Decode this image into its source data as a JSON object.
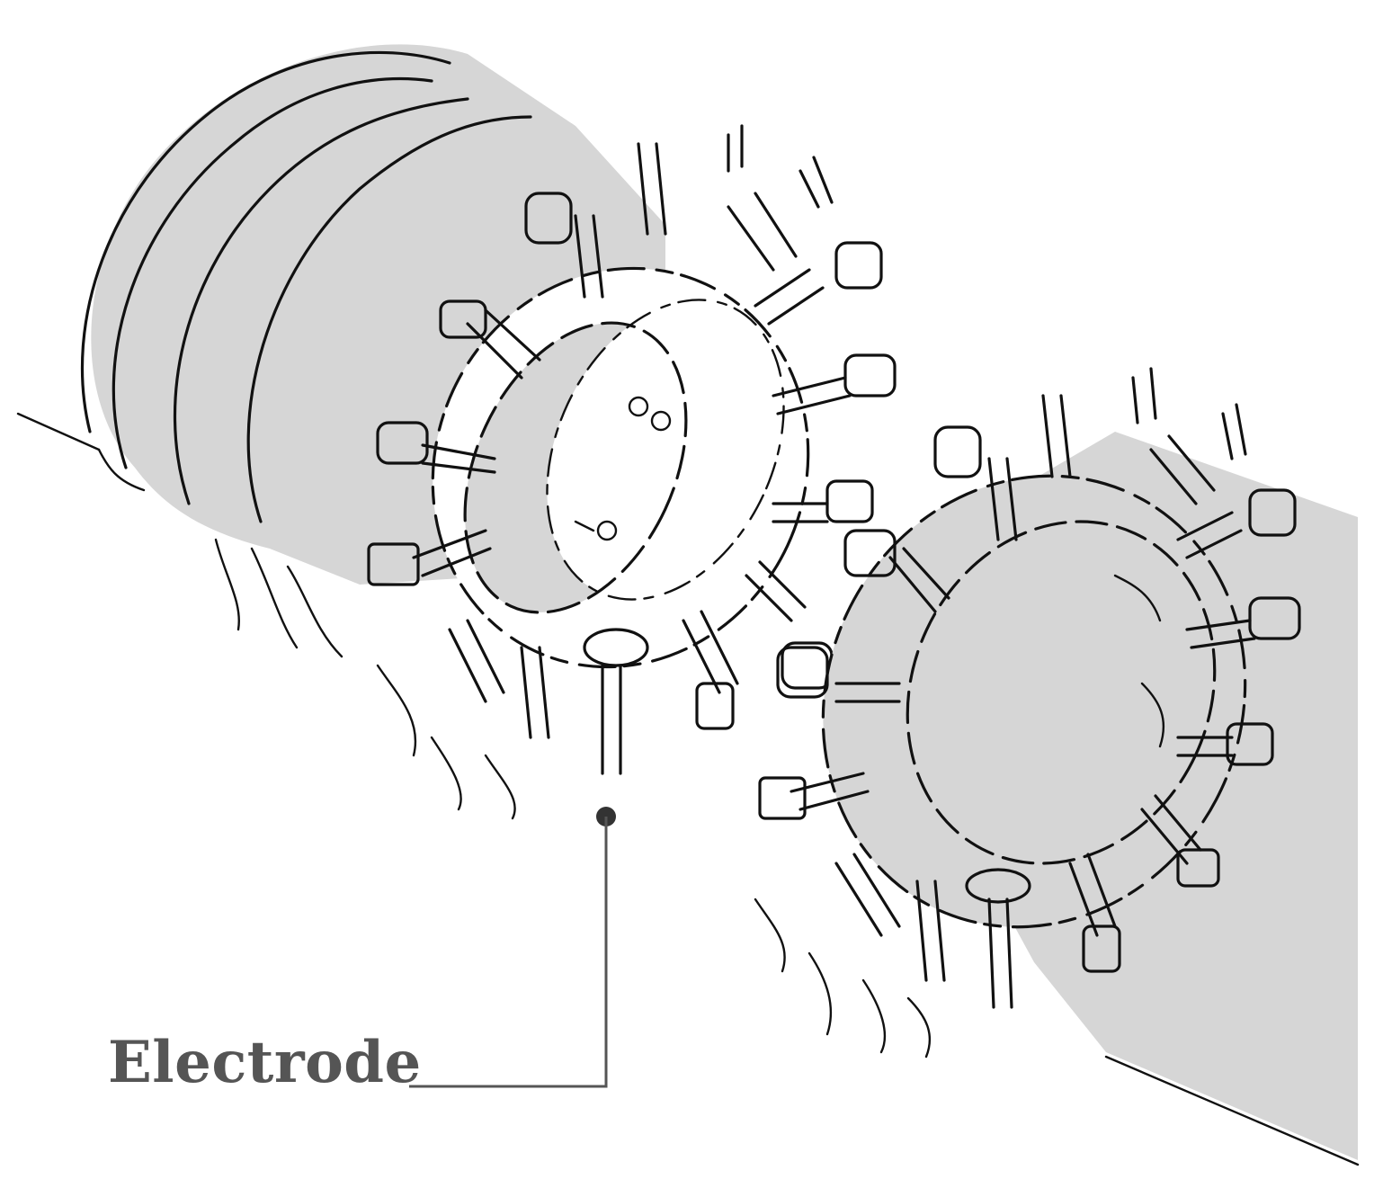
{
  "labels": {
    "electrode": "Electrode"
  },
  "colors": {
    "tissue_fill": "#d6d6d6",
    "line_ink": "#111111",
    "label_text": "#555555",
    "background": "#ffffff"
  },
  "structures": [
    {
      "name": "axon-cylinder-left",
      "icon": "nerve-cylinder"
    },
    {
      "name": "electrode-cuff-left",
      "icon": "electrode-ring"
    },
    {
      "name": "electrode-cuff-right",
      "icon": "electrode-ring"
    },
    {
      "name": "axon-cylinder-right",
      "icon": "nerve-cylinder"
    }
  ]
}
